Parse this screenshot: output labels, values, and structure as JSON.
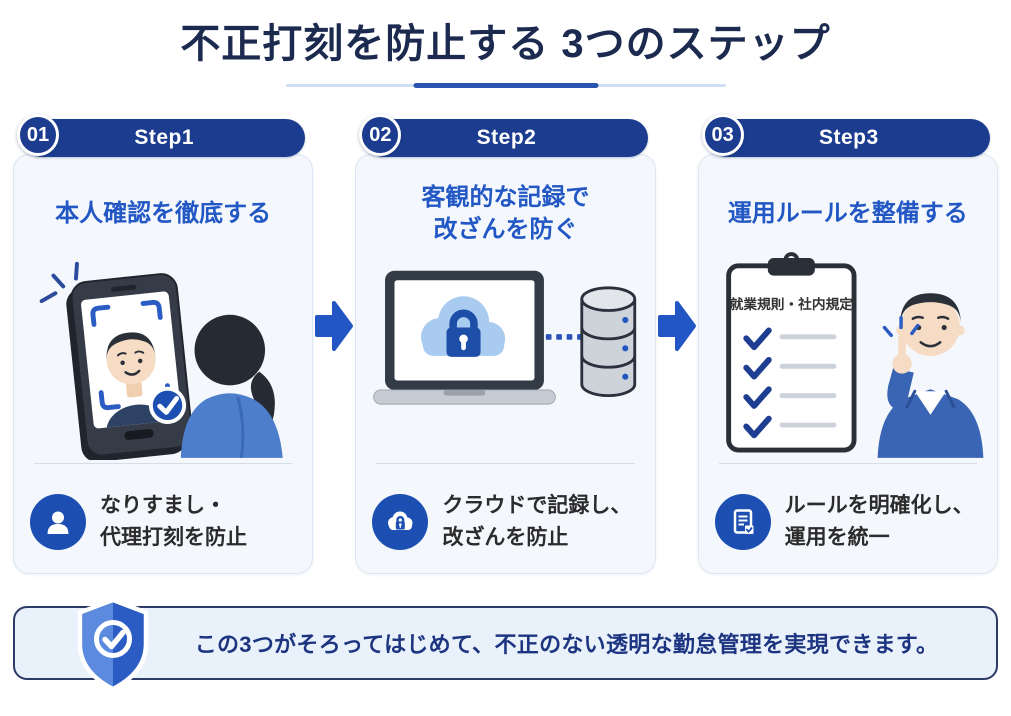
{
  "title": "不正打刻を防止する 3つのステップ",
  "steps": [
    {
      "number": "01",
      "step_label": "Step1",
      "heading_line1": "本人確認を徹底する",
      "heading_line2": "",
      "illustration": "face-recognition-tablet-and-woman",
      "point_icon": "person-icon",
      "point_line1": "なりすまし・",
      "point_line2": "代理打刻を防止"
    },
    {
      "number": "02",
      "step_label": "Step2",
      "heading_line1": "客観的な記録で",
      "heading_line2": "改ざんを防ぐ",
      "illustration": "laptop-cloud-lock-database",
      "point_icon": "cloud-lock-icon",
      "point_line1": "クラウドで記録し、",
      "point_line2": "改ざんを防止"
    },
    {
      "number": "03",
      "step_label": "Step3",
      "heading_line1": "運用ルールを整備する",
      "heading_line2": "",
      "illustration": "rulebook-checklist-and-presenter",
      "checklist_title": "就業規則・社内規定",
      "point_icon": "document-check-icon",
      "point_line1": "ルールを明確化し、",
      "point_line2": "運用を統一"
    }
  ],
  "banner": {
    "icon": "shield-check-icon",
    "text": "この3つがそろってはじめて、不正のない透明な勤怠管理を実現できます。"
  },
  "colors": {
    "navy": "#1c3d8f",
    "title_navy": "#1b2a4e",
    "heading_blue": "#2257c4",
    "icon_blue": "#1d4fb3",
    "arrow_blue": "#2356c5",
    "card_bg": "#f4f8fd",
    "card_border": "#dce6f3",
    "banner_bg": "#e9f1fb",
    "banner_border": "#2b3a66",
    "banner_text": "#1d3580",
    "body_text": "#2b2b2b"
  }
}
